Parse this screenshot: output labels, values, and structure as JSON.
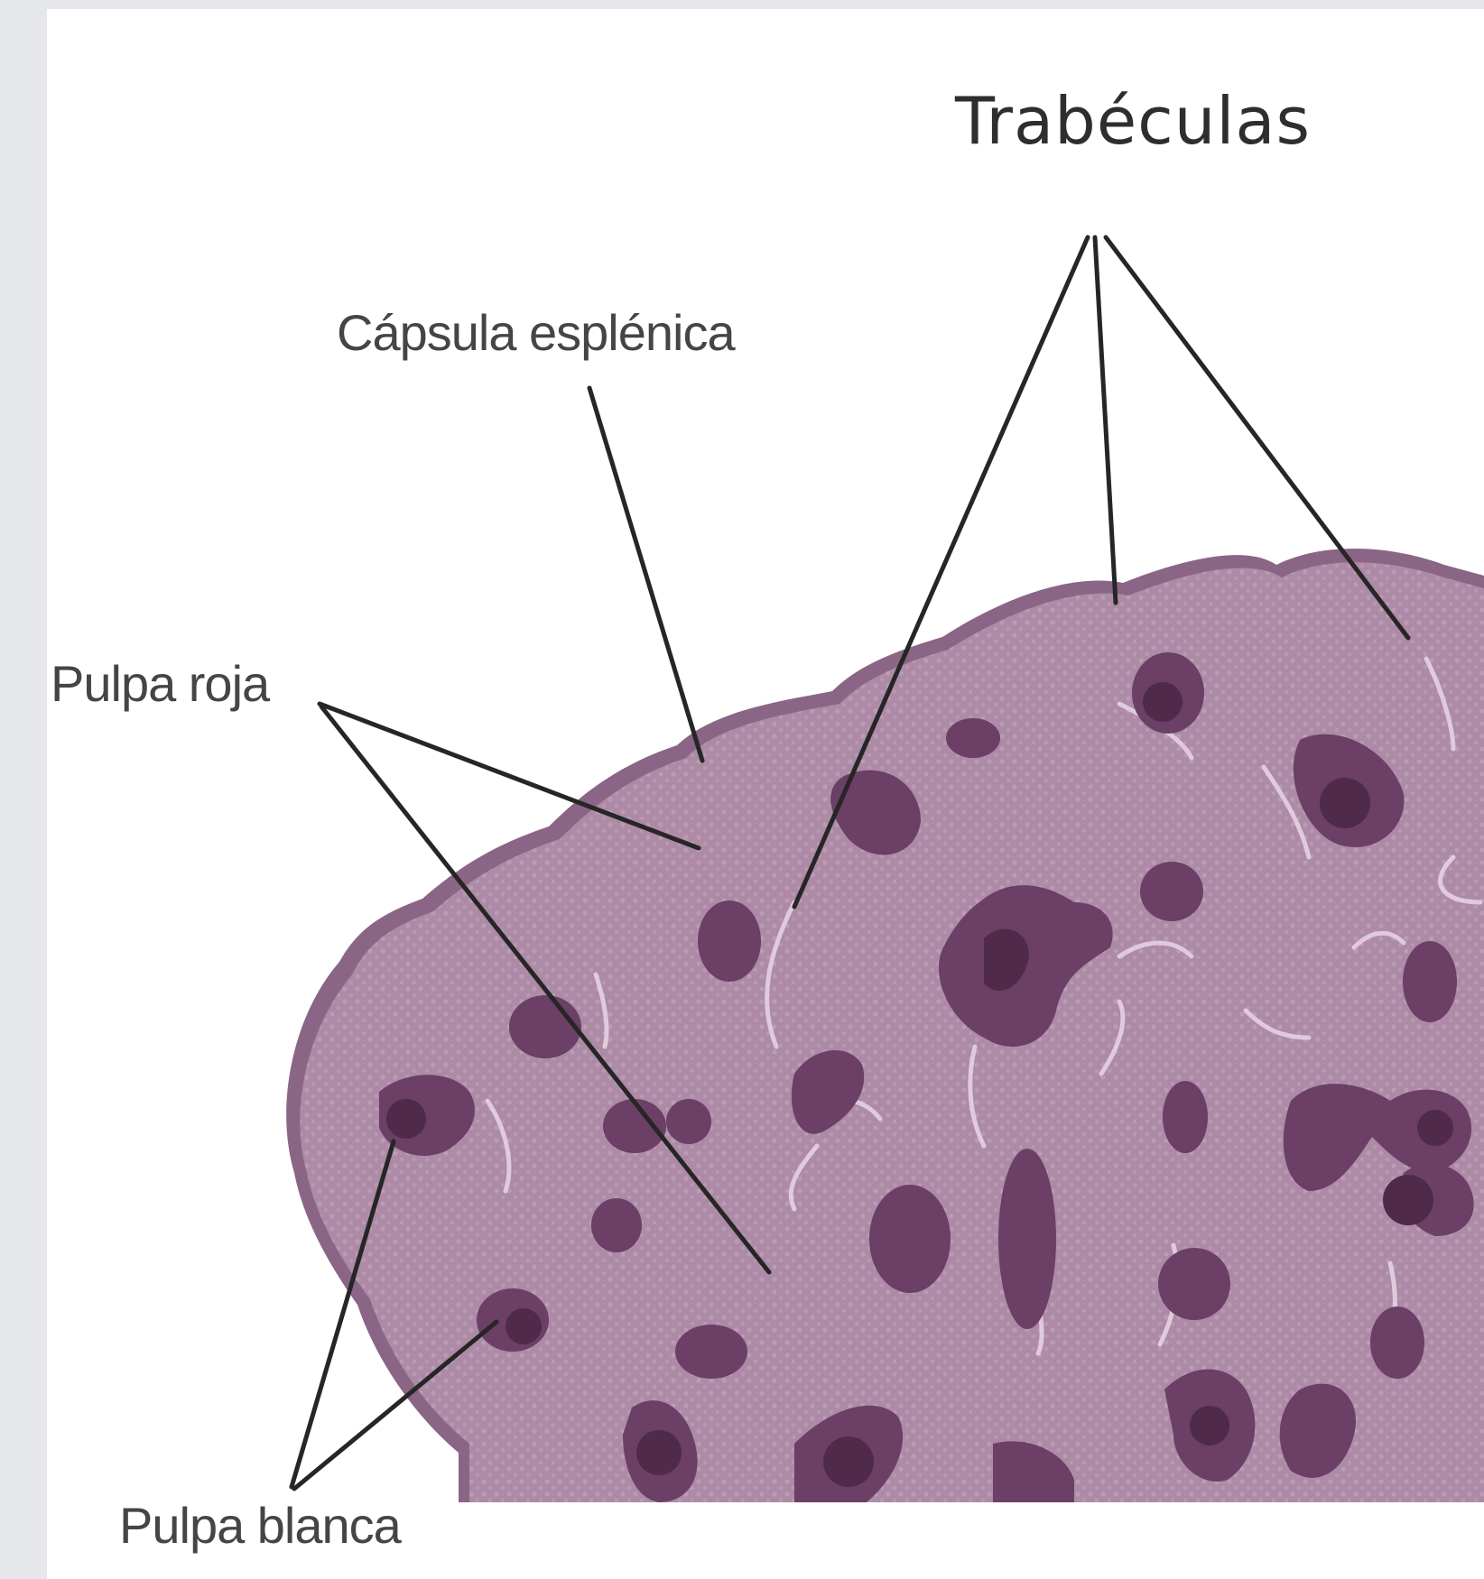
{
  "labels": {
    "trabeculas": "Trabéculas",
    "capsula": "Cápsula esplénica",
    "pulpa_roja": "Pulpa roja",
    "pulpa_blanca": "Pulpa blanca"
  },
  "colors": {
    "capsule": "#8a6585",
    "red_pulp": "#ad8aa6",
    "white_pulp": "#6b3f66",
    "white_pulp_dark": "#4f2a4b",
    "trabecula": "#e4d2e1",
    "leader_line": "#262626",
    "frame": "#e6e7ea"
  }
}
